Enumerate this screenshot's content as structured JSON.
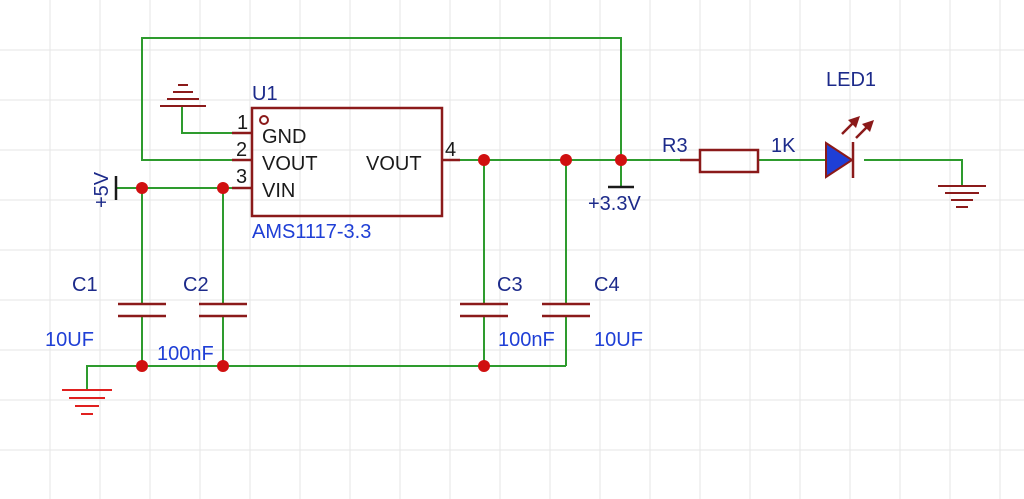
{
  "u1": {
    "designator": "U1",
    "part": "AMS1117-3.3",
    "pins": [
      {
        "num": "1",
        "name": "GND"
      },
      {
        "num": "2",
        "name": "VOUT"
      },
      {
        "num": "3",
        "name": "VIN"
      },
      {
        "num": "4",
        "name": "VOUT"
      }
    ]
  },
  "capacitors": [
    {
      "designator": "C1",
      "value": "10UF"
    },
    {
      "designator": "C2",
      "value": "100nF"
    },
    {
      "designator": "C3",
      "value": "100nF"
    },
    {
      "designator": "C4",
      "value": "10UF"
    }
  ],
  "resistor": {
    "designator": "R3",
    "value": "1K"
  },
  "led": {
    "designator": "LED1"
  },
  "nets": {
    "vin": "+5V",
    "vout": "+3.3V"
  },
  "colors": {
    "wire": "#2e9b2e",
    "component": "#8b1a1a",
    "junction": "#d01010",
    "label": "#1f3fd6",
    "grid": "#e6e6e6"
  }
}
